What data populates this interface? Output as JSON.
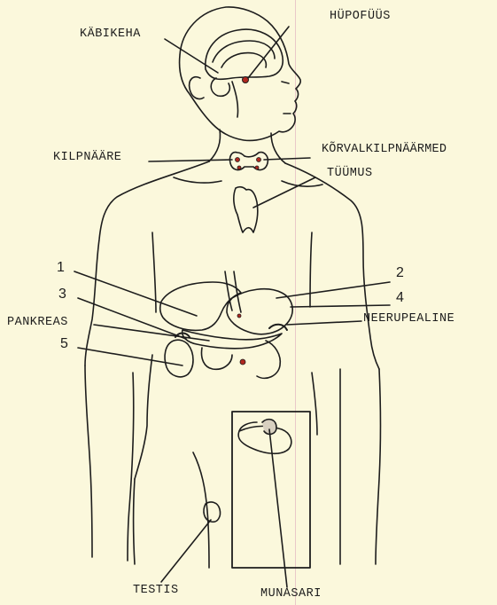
{
  "labels": {
    "kabikeha": "KÄBIKEHA",
    "hupofuus": "HÜPOFÜÜS",
    "kilpnaare": "KILPNÄÄRE",
    "korvalkilpnaarmed": "KÕRVALKILPNÄÄRMED",
    "tuumus": "TÜÜMUS",
    "pankreas": "PANKREAS",
    "neerupealine": "NEERUPEALINE",
    "testis": "TESTIS",
    "munasari": "MUNASARI"
  },
  "numbers": {
    "n1": "1",
    "n2": "2",
    "n3": "3",
    "n4": "4",
    "n5": "5"
  },
  "colors": {
    "paper": "#fbf8dc",
    "ink": "#1d1d1d",
    "gland_red": "#b0281f",
    "fold_line": "#e9c9c9"
  }
}
